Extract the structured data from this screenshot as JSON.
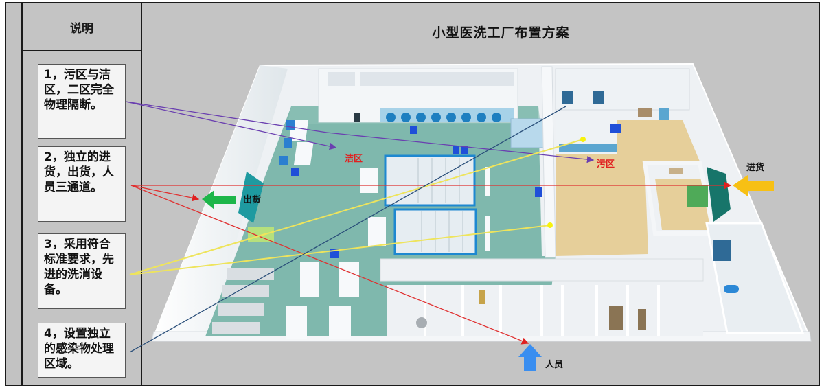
{
  "title": "小型医洗工厂布置方案",
  "legend": {
    "header": "说明",
    "notes": [
      {
        "id": 1,
        "text": "1，污区与洁区，二区完全物理隔断。"
      },
      {
        "id": 2,
        "text": "2，独立的进货，出货，人员三通道。"
      },
      {
        "id": 3,
        "text": "3，采用符合标准要求，先进的洗消设备。"
      },
      {
        "id": 4,
        "text": "4，设置独立的感染物处理区域。"
      }
    ]
  },
  "zones": {
    "clean": "洁区",
    "dirty": "污区"
  },
  "flows": {
    "outbound": {
      "label": "出货",
      "color": "#1db64a",
      "direction": "left"
    },
    "inbound": {
      "label": "进货",
      "color": "#f7c014",
      "direction": "left"
    },
    "staff": {
      "label": "人员",
      "color": "#3a8ef0",
      "direction": "up"
    }
  },
  "callout_colors": {
    "note1": "#6a4fa8",
    "note2": "#e03030",
    "note3": "#f0e860",
    "note4": "#2a4f7a"
  },
  "colors": {
    "background": "#c4c4c4",
    "clean_floor": "#7fb8ad",
    "dirty_floor": "#e6cf9a",
    "wall": "#f2f4f6",
    "zone_label": "#e02020"
  }
}
